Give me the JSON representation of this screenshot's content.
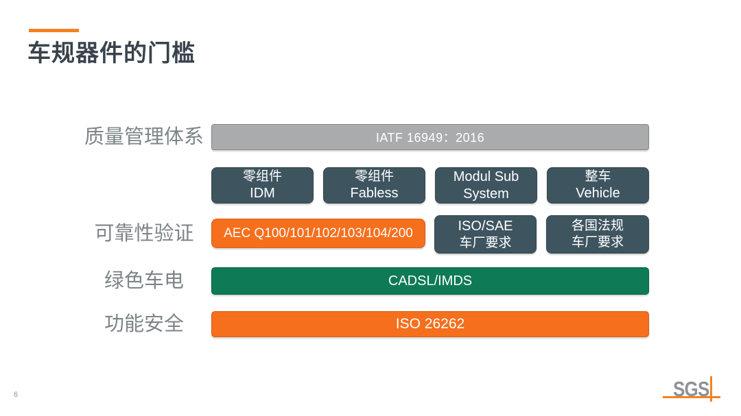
{
  "header": {
    "title": "车规器件的门槛"
  },
  "matrix": {
    "quality_row": {
      "label": "质量管理体系",
      "bar_text": "IATF 16949：2016"
    },
    "segment_boxes": [
      {
        "line1": "零组件",
        "line2": "IDM"
      },
      {
        "line1": "零组件",
        "line2": "Fabless"
      },
      {
        "line1": "Modul Sub",
        "line2": "System"
      },
      {
        "line1": "整车",
        "line2": "Vehicle"
      }
    ],
    "reliability_row": {
      "label": "可靠性验证",
      "aec_text": "AEC Q100/101/102/103/104/200",
      "boxes": [
        {
          "line1": "ISO/SAE",
          "line2": "车厂要求"
        },
        {
          "line1": "各国法规",
          "line2": "车厂要求"
        }
      ]
    },
    "green_row": {
      "label": "绿色车电",
      "bar_text": "CADSL/IMDS"
    },
    "safety_row": {
      "label": "功能安全",
      "bar_text": "ISO 26262"
    }
  },
  "footer": {
    "page_number": "6",
    "logo_text": "SGS"
  },
  "colors": {
    "accent_orange": "#F58220",
    "bar_orange": "#F56F1D",
    "bar_green": "#0F7A56",
    "box_slate": "#3E5560",
    "bar_gray": "#A9ABAD",
    "title_text": "#39434C",
    "label_text": "#7D8588"
  }
}
